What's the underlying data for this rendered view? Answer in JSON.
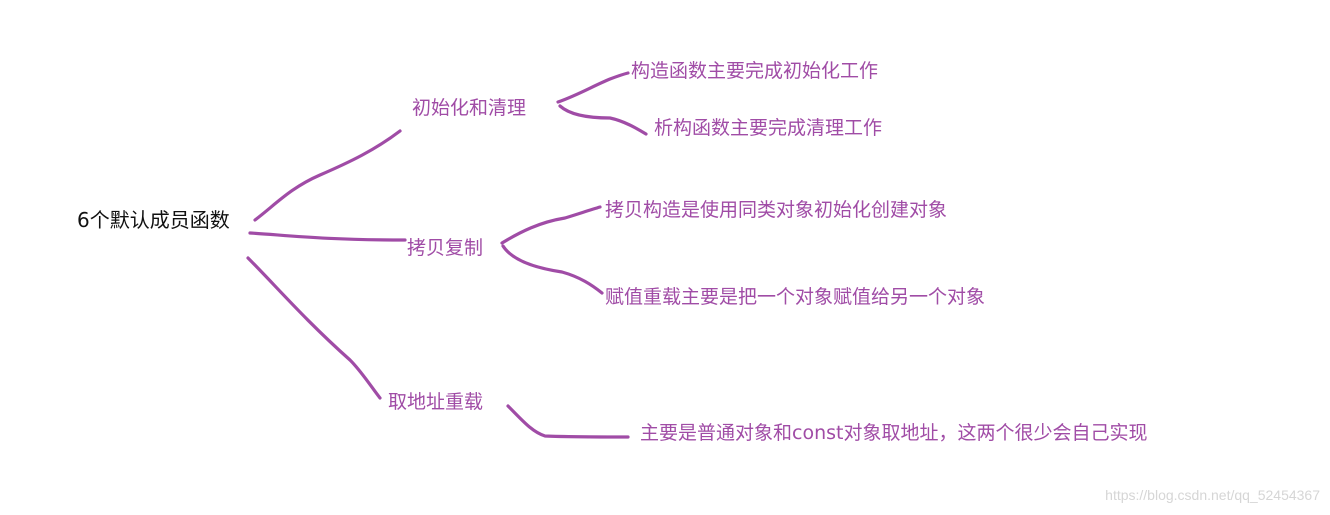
{
  "diagram": {
    "root": {
      "label": "6个默认成员函数"
    },
    "branches": [
      {
        "label": "初始化和清理",
        "children": [
          {
            "label": "构造函数主要完成初始化工作"
          },
          {
            "label": "析构函数主要完成清理工作"
          }
        ]
      },
      {
        "label": "拷贝复制",
        "children": [
          {
            "label": "拷贝构造是使用同类对象初始化创建对象"
          },
          {
            "label": "赋值重载主要是把一个对象赋值给另一个对象"
          }
        ]
      },
      {
        "label": "取地址重载",
        "children": [
          {
            "label": "主要是普通对象和const对象取地址，这两个很少会自己实现"
          }
        ]
      }
    ]
  },
  "watermark": "https://blog.csdn.net/qq_52454367",
  "colors": {
    "line": "#a04ca6",
    "branch_text": "#a04ca6",
    "leaf_text": "#a04ca6",
    "root_text": "#111111",
    "watermark": "#d6d6d6"
  }
}
